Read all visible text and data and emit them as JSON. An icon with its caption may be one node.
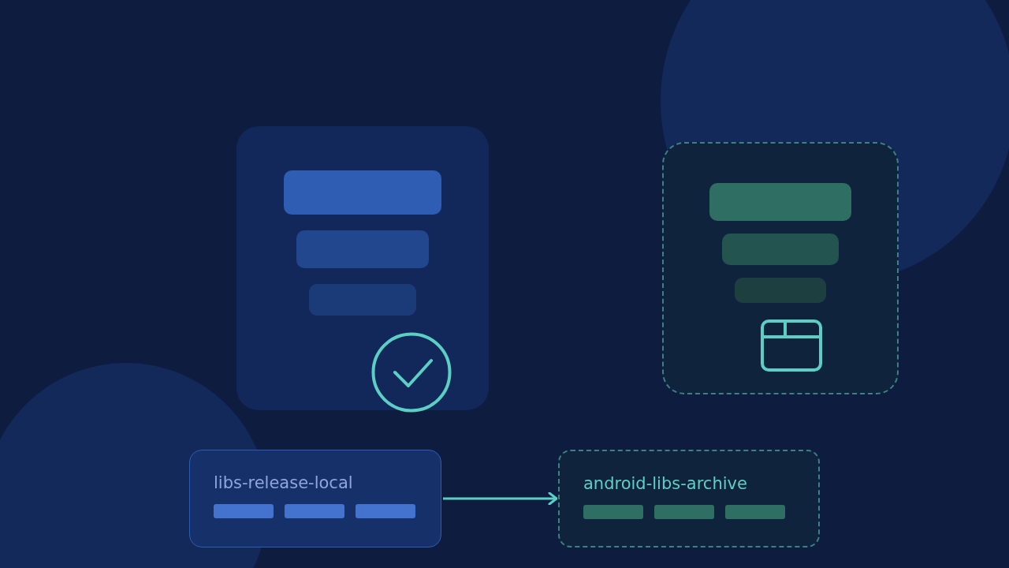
{
  "diagram": {
    "nodes": [
      {
        "text": [
          "libs-release-local"
        ]
      },
      {
        "text": [
          "android-libs-archive"
        ]
      }
    ],
    "edges": [
      {
        "from": 0,
        "to": 1,
        "arrow": "to"
      }
    ]
  }
}
